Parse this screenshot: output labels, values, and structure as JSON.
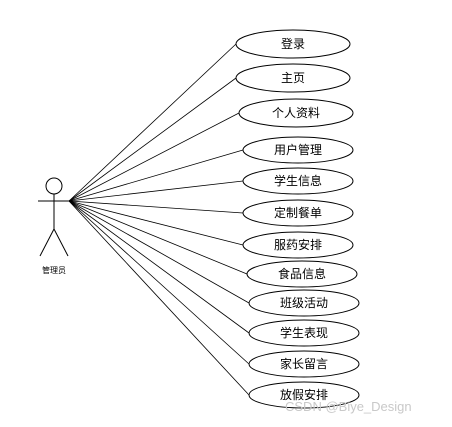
{
  "actor": {
    "name": "管理员"
  },
  "use_cases": [
    "登录",
    "主页",
    "个人资料",
    "用户管理",
    "学生信息",
    "定制餐单",
    "服药安排",
    "食品信息",
    "班级活动",
    "学生表现",
    "家长留言",
    "放假安排"
  ],
  "watermark": "CSDN @Biye_Design"
}
